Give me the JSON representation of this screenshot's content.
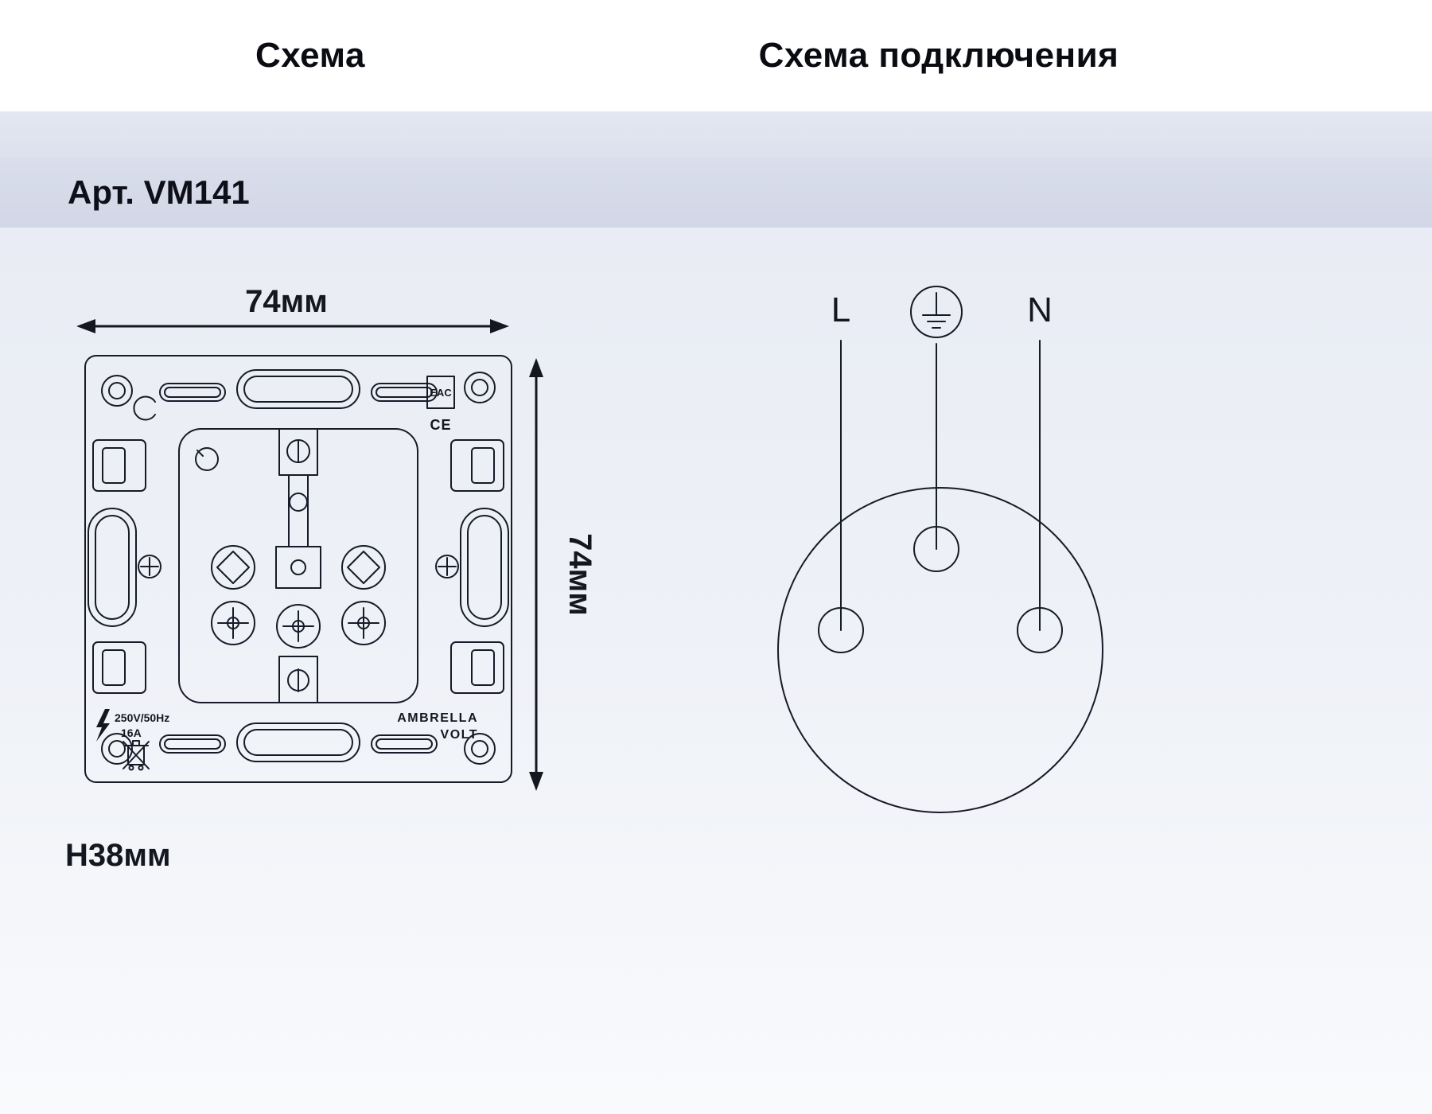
{
  "colors": {
    "ink": "#171b28",
    "band_light": "#dfe4ef",
    "band_article": "#d5dae9",
    "content_top": "#e9ecf4",
    "content_bottom": "#f9fafc",
    "header_bg": "#ffffff"
  },
  "headers": {
    "left": "Схема",
    "right": "Схема подключения"
  },
  "article": {
    "label": "Арт. VM141"
  },
  "left_diagram": {
    "width_label": "74мм",
    "height_label": "74мм",
    "depth_label": "H38мм",
    "markings": {
      "voltage": "250V/50Hz",
      "current": "16A",
      "brand_line1": "AMBRELLA",
      "brand_line2": "VOLT",
      "cert_eac": "EAC",
      "cert_ce": "CE"
    }
  },
  "right_diagram": {
    "line_label": "L",
    "neutral_label": "N"
  }
}
